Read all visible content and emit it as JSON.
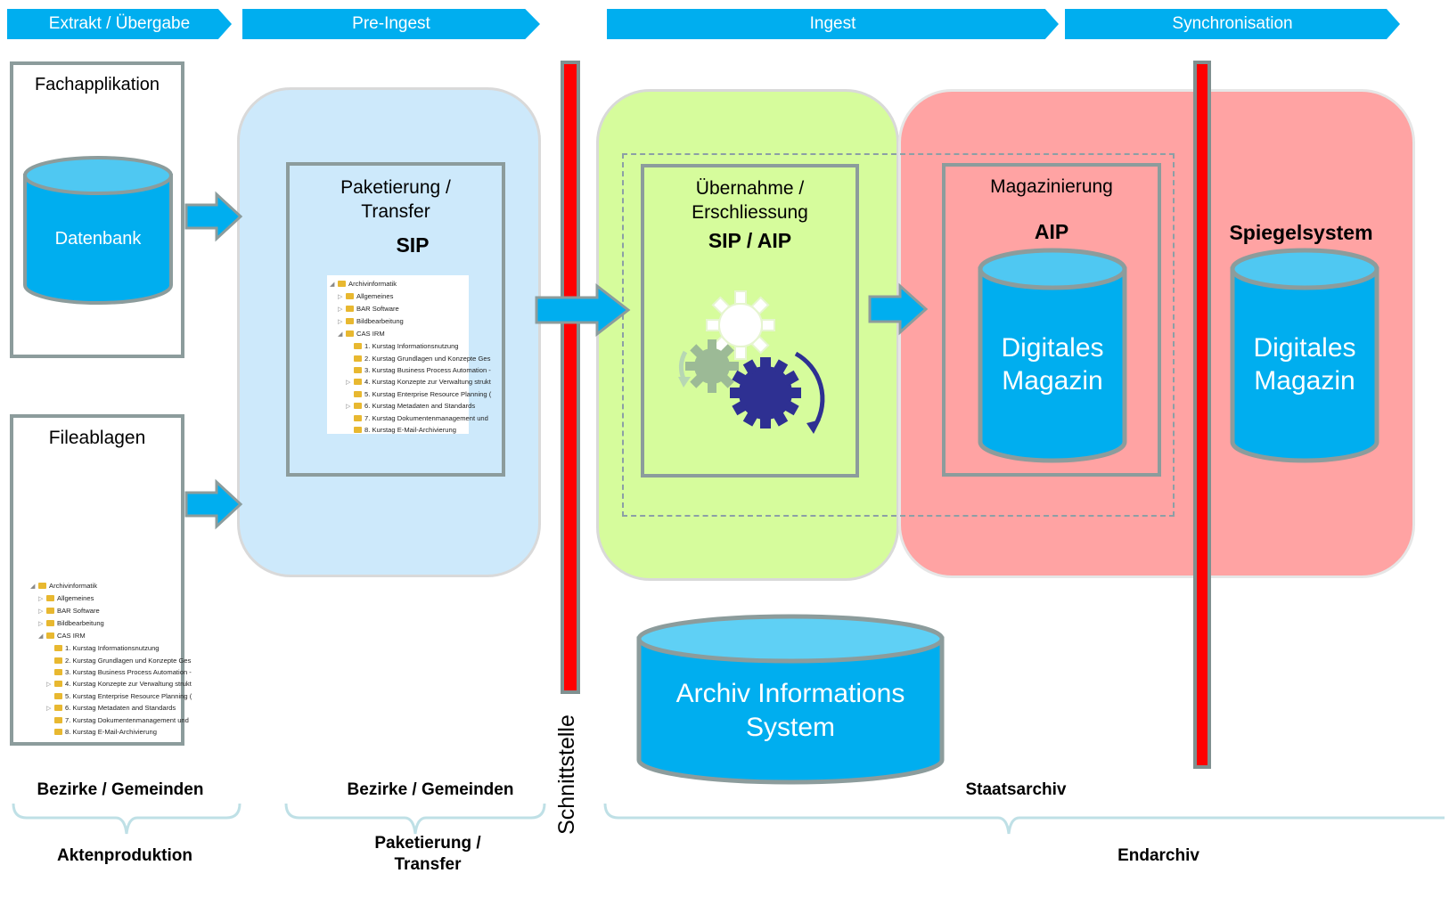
{
  "phases": [
    "Extrakt / Übergabe",
    "Pre-Ingest",
    "Ingest",
    "Synchronisation"
  ],
  "fachapplikation": "Fachapplikation",
  "datenbank": "Datenbank",
  "fileablagen": "Fileablagen",
  "paketierung": {
    "line1": "Paketierung /",
    "line2": "Transfer",
    "sip": "SIP"
  },
  "uebernahme": {
    "line1": "Übernahme /",
    "line2": "Erschliessung",
    "sip_aip": "SIP / AIP"
  },
  "magazinierung": {
    "title": "Magazinierung",
    "aip": "AIP",
    "db_line1": "Digitales",
    "db_line2": "Magazin"
  },
  "spiegelsystem": {
    "title": "Spiegelsystem",
    "db_line1": "Digitales",
    "db_line2": "Magazin"
  },
  "ais": {
    "line1": "Archiv Informations",
    "line2": "System"
  },
  "schnittstelle": "Schnittstelle",
  "tree": [
    {
      "indent": 0,
      "arrow": "◢",
      "label": "Archivinformatik"
    },
    {
      "indent": 1,
      "arrow": "▷",
      "label": "Allgemeines"
    },
    {
      "indent": 1,
      "arrow": "▷",
      "label": "BAR Software"
    },
    {
      "indent": 1,
      "arrow": "▷",
      "label": "Bildbearbeitung"
    },
    {
      "indent": 1,
      "arrow": "◢",
      "label": "CAS IRM"
    },
    {
      "indent": 2,
      "arrow": "",
      "label": "1. Kurstag Informationsnutzung"
    },
    {
      "indent": 2,
      "arrow": "",
      "label": "2. Kurstag Grundlagen und Konzepte Ges"
    },
    {
      "indent": 2,
      "arrow": "",
      "label": "3. Kurstag Business Process Automation -"
    },
    {
      "indent": 2,
      "arrow": "▷",
      "label": "4. Kurstag Konzepte zur Verwaltung strukt"
    },
    {
      "indent": 2,
      "arrow": "",
      "label": "5. Kurstag Enterprise Resource Planning ("
    },
    {
      "indent": 2,
      "arrow": "▷",
      "label": "6. Kurstag Metadaten and Standards"
    },
    {
      "indent": 2,
      "arrow": "",
      "label": "7. Kurstag Dokumentenmanagement und"
    },
    {
      "indent": 2,
      "arrow": "",
      "label": "8. Kurstag E-Mail-Archivierung"
    }
  ],
  "groups": {
    "g1": "Bezirke / Gemeinden",
    "g2": "Bezirke / Gemeinden",
    "g3": "Staatsarchiv"
  },
  "stages": {
    "s1": "Aktenproduktion",
    "s2_line1": "Paketierung /",
    "s2_line2": "Transfer",
    "s3": "Endarchiv"
  },
  "colors": {
    "phase": "#00aeef",
    "db": "#00aeef",
    "preingest": "#cde9fb",
    "ingest": "#d6fc9c",
    "endarchiv": "#ffa3a3",
    "schnittstelle": "#ff0000"
  }
}
